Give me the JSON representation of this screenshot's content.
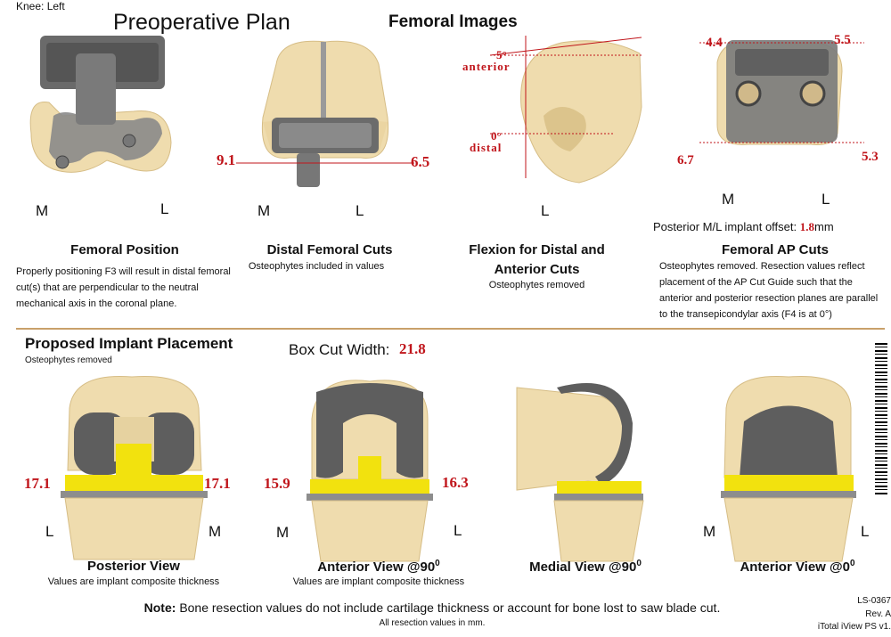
{
  "knee_label": "Knee: Left",
  "preop_title": "Preoperative Plan",
  "femoral_images_title": "Femoral Images",
  "colors": {
    "bone": "#efdcae",
    "bone_shadow": "#d8bf85",
    "implant": "#5e5e5e",
    "insert": "#f2e20e",
    "tray": "#8d8d8d",
    "value_red": "#c0151b",
    "divider": "#c9a06a"
  },
  "femoral_position": {
    "title": "Femoral Position",
    "description": "Properly positioning F3 will result in distal femoral cut(s) that are perpendicular to the neutral mechanical axis in the coronal plane.",
    "left_mark": "M",
    "right_mark": "L"
  },
  "distal_cuts": {
    "title": "Distal Femoral Cuts",
    "subtitle": "Osteophytes included in values",
    "left_value": "9.1",
    "right_value": "6.5",
    "left_mark": "M",
    "right_mark": "L"
  },
  "flexion": {
    "title_line1": "Flexion for Distal and",
    "title_line2": "Anterior Cuts",
    "subtitle": "Osteophytes removed",
    "anterior_value": "5°",
    "anterior_label": "anterior",
    "distal_value": "0°",
    "distal_label": "distal",
    "mark": "L"
  },
  "ap_cuts": {
    "title": "Femoral AP Cuts",
    "top_left": "4.4",
    "top_right": "5.5",
    "bottom_left": "6.7",
    "bottom_right": "5.3",
    "left_mark": "M",
    "right_mark": "L",
    "offset_label": "Posterior M/L implant offset:",
    "offset_value": "1.8",
    "offset_unit": "mm",
    "description": "Osteophytes removed. Resection values reflect placement of the AP Cut Guide such that the anterior and posterior resection planes are parallel to the transepicondylar axis (F4 is at 0°)"
  },
  "implant": {
    "title": "Proposed Implant Placement",
    "subtitle": "Osteophytes removed",
    "box_cut_label": "Box Cut Width:",
    "box_cut_value": "21.8"
  },
  "posterior_view": {
    "title": "Posterior View",
    "subtitle": "Values are implant composite thickness",
    "left_value": "17.1",
    "right_value": "17.1",
    "left_mark": "L",
    "right_mark": "M"
  },
  "anterior90": {
    "title": "Anterior View @90",
    "title_sup": "0",
    "subtitle": "Values are implant composite thickness",
    "left_value": "15.9",
    "right_value": "16.3",
    "left_mark": "M",
    "right_mark": "L"
  },
  "medial90": {
    "title": "Medial View @90",
    "title_sup": "0"
  },
  "anterior0": {
    "title": "Anterior View @0",
    "title_sup": "0",
    "left_mark": "M",
    "right_mark": "L"
  },
  "note": {
    "label": "Note:",
    "text": "Bone resection values do not include cartilage thickness or account for bone lost to saw blade cut.",
    "units": "All resection values in mm."
  },
  "footer": {
    "doc_number": "LS-0367",
    "revision": "Rev. A",
    "product": "iTotal iView PS v1."
  }
}
